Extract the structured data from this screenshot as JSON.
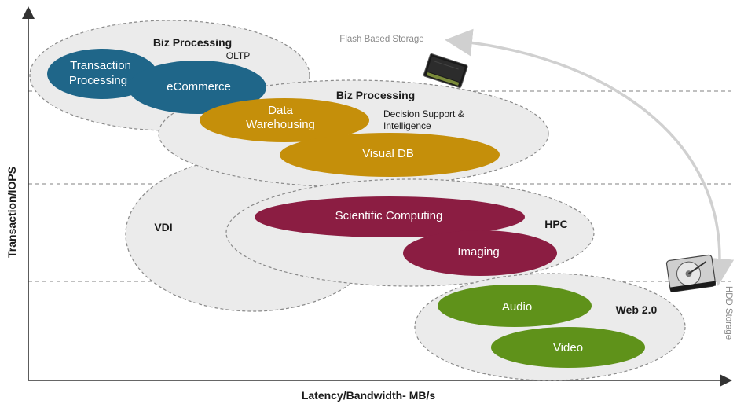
{
  "axes": {
    "x_label": "Latency/Bandwidth- MB/s",
    "y_label": "Transaction/IOPS"
  },
  "storage": {
    "flash_label": "Flash Based Storage",
    "hdd_label": "HDD Storage"
  },
  "groups": {
    "oltp": {
      "title": "Biz Processing",
      "subtitle": "OLTP"
    },
    "decision": {
      "title": "Biz Processing",
      "subtitle_line1": "Decision Support &",
      "subtitle_line2": "Intelligence"
    },
    "vdi": {
      "title": "VDI"
    },
    "hpc": {
      "title": "HPC"
    },
    "web": {
      "title": "Web 2.0"
    }
  },
  "workloads": {
    "transaction_processing": {
      "line1": "Transaction",
      "line2": "Processing"
    },
    "ecommerce": "eCommerce",
    "data_warehousing": {
      "line1": "Data",
      "line2": "Warehousing"
    },
    "visual_db": "Visual DB",
    "scientific_computing": "Scientific Computing",
    "imaging": "Imaging",
    "audio": "Audio",
    "video": "Video"
  },
  "colors": {
    "blue": "#1f6689",
    "gold": "#c58f0a",
    "maroon": "#8b1d42",
    "green": "#5f921a",
    "group_fill": "#ebebeb",
    "group_stroke": "#8a8a8a"
  }
}
